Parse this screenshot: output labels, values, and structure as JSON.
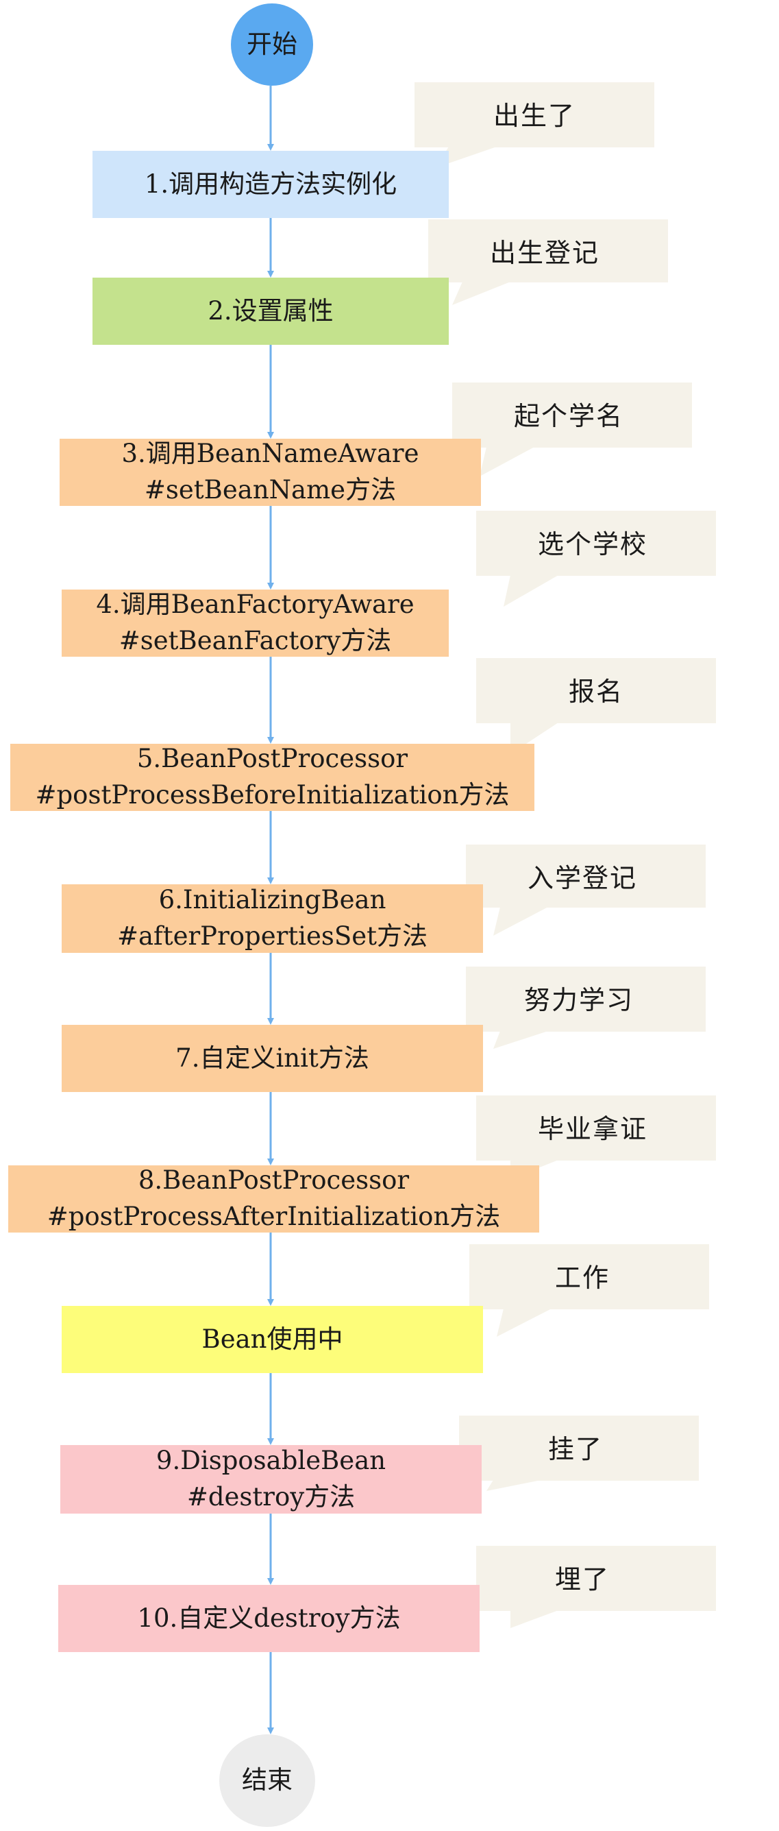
{
  "colors": {
    "start": "#5aa9f0",
    "end": "#ececec",
    "blue": "#cfe5fb",
    "green": "#c4e28d",
    "orange": "#fccd9b",
    "yellow": "#fdfd7a",
    "pink": "#fbc7ca",
    "bubble": "#f5f2e9",
    "arrow": "#6fb0ec"
  },
  "flow": {
    "start": "开始",
    "end": "结束",
    "steps": [
      {
        "lines": [
          "1.调用构造方法实例化"
        ],
        "color": "blue",
        "note": "出生了"
      },
      {
        "lines": [
          "2.设置属性"
        ],
        "color": "green",
        "note": "出生登记"
      },
      {
        "lines": [
          "3.调用BeanNameAware",
          "#setBeanName方法"
        ],
        "color": "orange",
        "note": "起个学名"
      },
      {
        "lines": [
          "4.调用BeanFactoryAware",
          "#setBeanFactory方法"
        ],
        "color": "orange",
        "note": "选个学校"
      },
      {
        "lines": [
          "5.BeanPostProcessor",
          "#postProcessBeforeInitialization方法"
        ],
        "color": "orange",
        "note": "报名"
      },
      {
        "lines": [
          "6.InitializingBean",
          "#afterPropertiesSet方法"
        ],
        "color": "orange",
        "note": "入学登记"
      },
      {
        "lines": [
          "7.自定义init方法"
        ],
        "color": "orange",
        "note": "努力学习"
      },
      {
        "lines": [
          "8.BeanPostProcessor",
          "#postProcessAfterInitialization方法"
        ],
        "color": "orange",
        "note": "毕业拿证"
      },
      {
        "lines": [
          "Bean使用中"
        ],
        "color": "yellow",
        "note": "工作"
      },
      {
        "lines": [
          "9.DisposableBean",
          "#destroy方法"
        ],
        "color": "pink",
        "note": "挂了"
      },
      {
        "lines": [
          "10.自定义destroy方法"
        ],
        "color": "pink",
        "note": "埋了"
      }
    ]
  }
}
